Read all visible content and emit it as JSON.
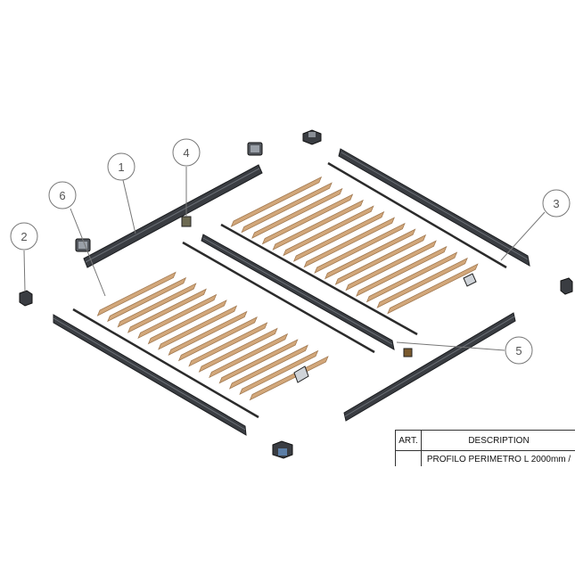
{
  "colors": {
    "profile": "#3a3d42",
    "profile_edge": "#1c1e21",
    "slat": "#d2a77a",
    "slat_edge": "#a27a52",
    "callout": "#777777"
  },
  "callouts": [
    {
      "label": "1"
    },
    {
      "label": "2"
    },
    {
      "label": "3"
    },
    {
      "label": "4"
    },
    {
      "label": "5"
    },
    {
      "label": "6"
    }
  ],
  "table": {
    "header_art": "ART.",
    "header_description": "DESCRIPTION",
    "row1_description": "PROFILO PERIMETRO L 2000mm /"
  }
}
